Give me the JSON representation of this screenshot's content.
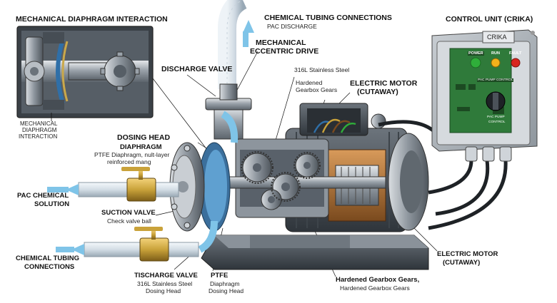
{
  "inset": {
    "title": "MECHANICAL DIAPHRAGM INTERACTION",
    "caption_line1": "MECHANICAL",
    "caption_line2": "DIAPHRAGM",
    "caption_line3": "INTERACTION"
  },
  "labels": {
    "chem_tubing_top": "CHEMICAL TUBING CONNECTIONS",
    "pac_discharge": "PAC DISCHARGE",
    "mech_drive_line1": "MECHANICAL",
    "mech_drive_line2": "ECCENTRIC DRIVE",
    "discharge_valve": "DISCHARGE VALVE",
    "ss316": "316L Stainless Steel",
    "hardened_line1": "Hardened",
    "hardened_line2": "Gearbox Gears",
    "electric_motor_top_line1": "ELECTRIC MOTOR",
    "electric_motor_top_line2": "(CUTAWAY)",
    "dosing_head": "DOSING HEAD",
    "diaphragm": "DIAPHRAGM",
    "diaphragm_sub_line1": "PTFE Diaphragm, nult-layer",
    "diaphragm_sub_line2": "reinforced mang",
    "pac_solution_line1": "PAC CHEMICAL",
    "pac_solution_line2": "SOLUTION",
    "suction_valve": "SUCTION VALVE",
    "check_valve_ball": "Check valve ball",
    "chem_tubing_bottom_line1": "CHEMICAL TUBING",
    "chem_tubing_bottom_line2": "CONNECTIONS",
    "tischarge_line1": "TISCHARGE VALVE",
    "tischarge_line2": "316L Stainless Steel",
    "tischarge_line3": "Dosing Head",
    "ptfe_line1": "PTFE",
    "ptfe_line2": "Diaphragm",
    "ptfe_line3": "Dosing Head",
    "gears_bottom_line1": "Hardened Gearbox Gears,",
    "gears_bottom_line2": "Hardened Gearbox Gears",
    "electric_motor_right_line1": "ELECTRIC MOTOR",
    "electric_motor_right_line2": "(CUTAWAY)"
  },
  "control": {
    "title": "CONTROL UNIT (CRIKA)",
    "brand": "CRIKA",
    "power": "POWER",
    "run": "RUN",
    "fault": "FAULT",
    "pcb_label": "PAC PUMP CONTROL",
    "knob_label_line1": "PAC PUMP",
    "knob_label_line2": "CONTROL"
  },
  "colors": {
    "power_light": "#2fae3a",
    "run_light": "#f2b21b",
    "fault_light": "#d8261e",
    "flow_arrow": "#7fc4e8",
    "brass": "#c9a23a",
    "pcb": "#2f7a3a"
  }
}
